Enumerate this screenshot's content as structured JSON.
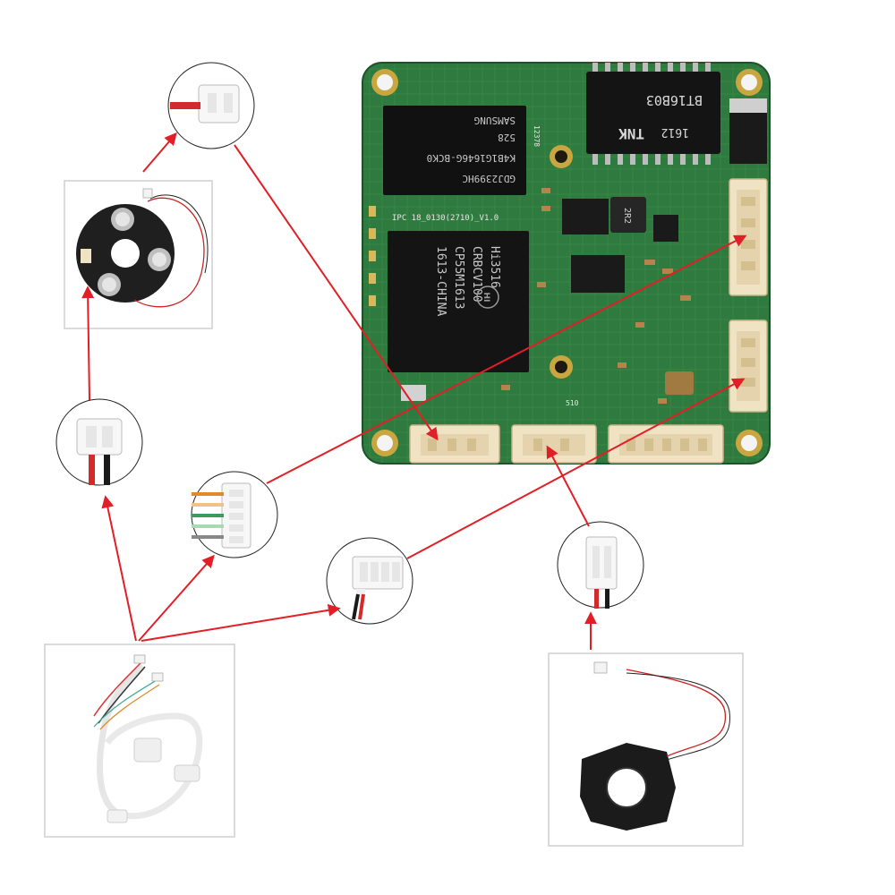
{
  "board": {
    "ram_chip": {
      "brand": "SAMSUNG",
      "part": "K4B1G1646G-BCK0",
      "lot": "528",
      "code": "GDJ2399HC"
    },
    "soc_chip": {
      "line1": "Hi3516",
      "line2": "CRBCV100",
      "line3": "CP55M1613",
      "line4": "1613-CHINA",
      "logo": "HI"
    },
    "transformer": {
      "part": "BT16B03",
      "date": "1612",
      "brand": "TNK"
    },
    "inductor": "2R2",
    "cap_label": "510",
    "board_id": "IPC 18_0130(2710)_V1.0",
    "side_code": "12378"
  },
  "colors": {
    "arrow": "#e21e26",
    "pcb": "#2a6a36",
    "connector": "#f0e3c4",
    "wire_red": "#d42a2a",
    "wire_black": "#1a1a1a"
  }
}
